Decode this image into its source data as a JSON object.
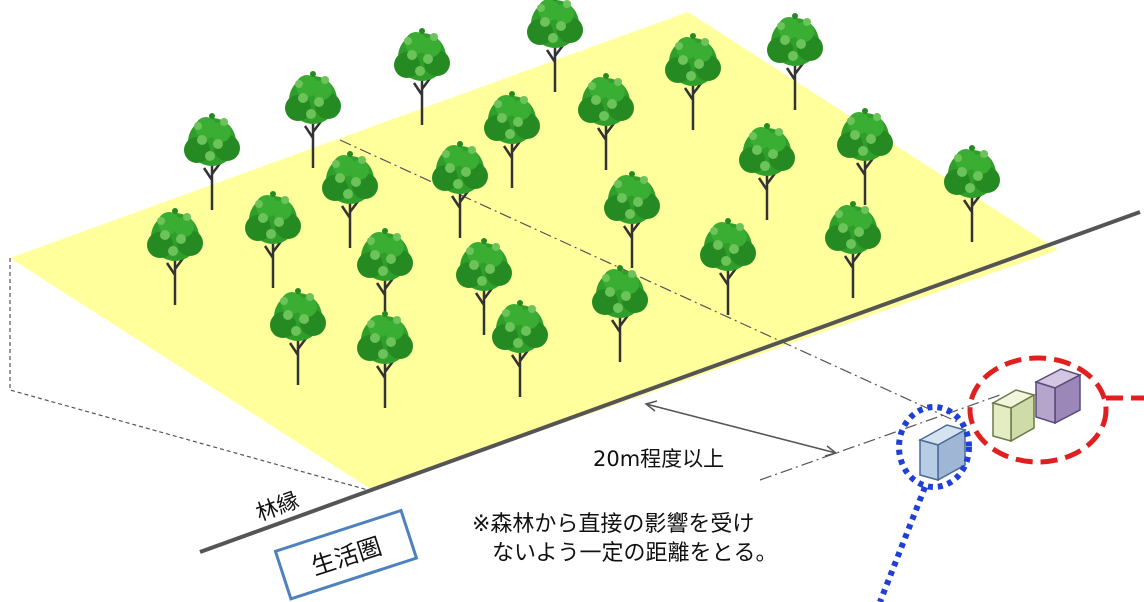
{
  "labels": {
    "forest_edge": "林縁",
    "living_area": "生活圏",
    "distance": "20m程度以上",
    "note_line1": "※森林から直接の影響を受け",
    "note_line2": "ないよう一定の距離をとる。"
  },
  "colors": {
    "forest_floor": "#ffff9c",
    "tree_foliage": "#2f9e2a",
    "tree_foliage_light": "#6cc35a",
    "tree_trunk": "#333333",
    "edge_line": "#555555",
    "house_blue": "#b8cce4",
    "house_green": "#e4ecc4",
    "house_purple": "#b5a4cc",
    "circle_red": "#e02020",
    "circle_blue": "#1f3fd6",
    "living_area_border": "#4f81bd"
  },
  "icons": {
    "tree": "deciduous-tree-icon",
    "house": "house-box-icon"
  }
}
